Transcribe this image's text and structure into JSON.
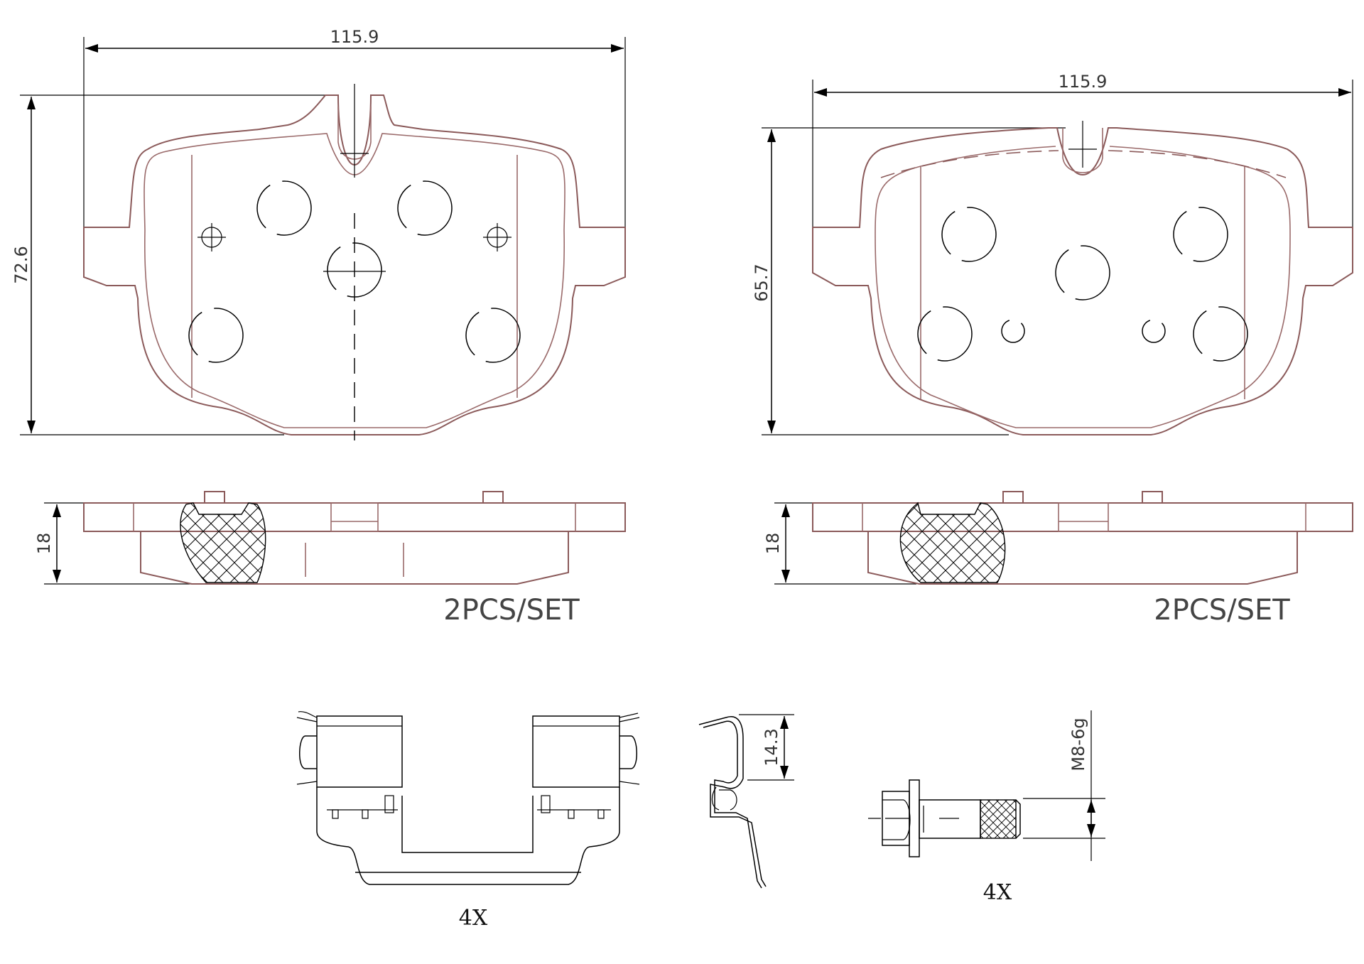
{
  "pad_left": {
    "width_dim": "115.9",
    "height_dim": "72.6",
    "thickness_dim": "18",
    "set_label": "2PCS/SET"
  },
  "pad_right": {
    "width_dim": "115.9",
    "height_dim": "65.7",
    "thickness_dim": "18",
    "set_label": "2PCS/SET"
  },
  "clip": {
    "quantity": "4X",
    "height_dim": "14.3"
  },
  "bolt": {
    "quantity": "4X",
    "thread_dim": "M8-6g"
  },
  "colors": {
    "outline": "#000000",
    "pad_outline": "#8b5a5a",
    "background": "#ffffff"
  }
}
